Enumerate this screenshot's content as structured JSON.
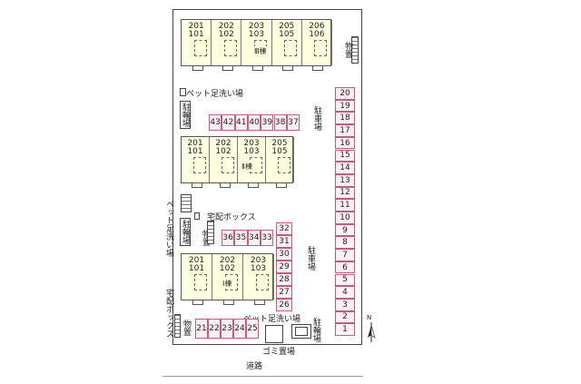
{
  "buildings": [
    {
      "name": "Ⅲ棟",
      "units": [
        [
          "201",
          "101"
        ],
        [
          "202",
          "102"
        ],
        [
          "203",
          "103"
        ],
        [
          "205",
          "105"
        ],
        [
          "206",
          "106"
        ]
      ]
    },
    {
      "name": "Ⅱ棟",
      "units": [
        [
          "201",
          "101"
        ],
        [
          "202",
          "102"
        ],
        [
          "203",
          "103"
        ],
        [
          "205",
          "105"
        ]
      ]
    },
    {
      "name": "Ⅰ棟",
      "units": [
        [
          "201",
          "101"
        ],
        [
          "202",
          "102"
        ],
        [
          "203",
          "103"
        ]
      ]
    }
  ],
  "parking": {
    "right_column": [
      "20",
      "19",
      "18",
      "17",
      "16",
      "15",
      "14",
      "13",
      "12",
      "11",
      "10",
      "9",
      "8",
      "7",
      "6",
      "5",
      "4",
      "3",
      "2",
      "1"
    ],
    "row_top": [
      "43",
      "42",
      "41",
      "40",
      "39",
      "38",
      "37"
    ],
    "row_middle": [
      "36",
      "35",
      "34",
      "33"
    ],
    "column_middle": [
      "32",
      "31",
      "30",
      "29",
      "28",
      "27",
      "26"
    ],
    "row_bottom": [
      "21",
      "22",
      "23",
      "24",
      "25"
    ]
  },
  "labels": {
    "storage": "物置",
    "pet_wash": "ペット足洗い場",
    "bicycle_parking": "駐輪場",
    "car_parking": "駐車場",
    "delivery_box": "宅配ボックス",
    "garbage": "ゴミ置場",
    "road": "道路",
    "north": "N"
  }
}
